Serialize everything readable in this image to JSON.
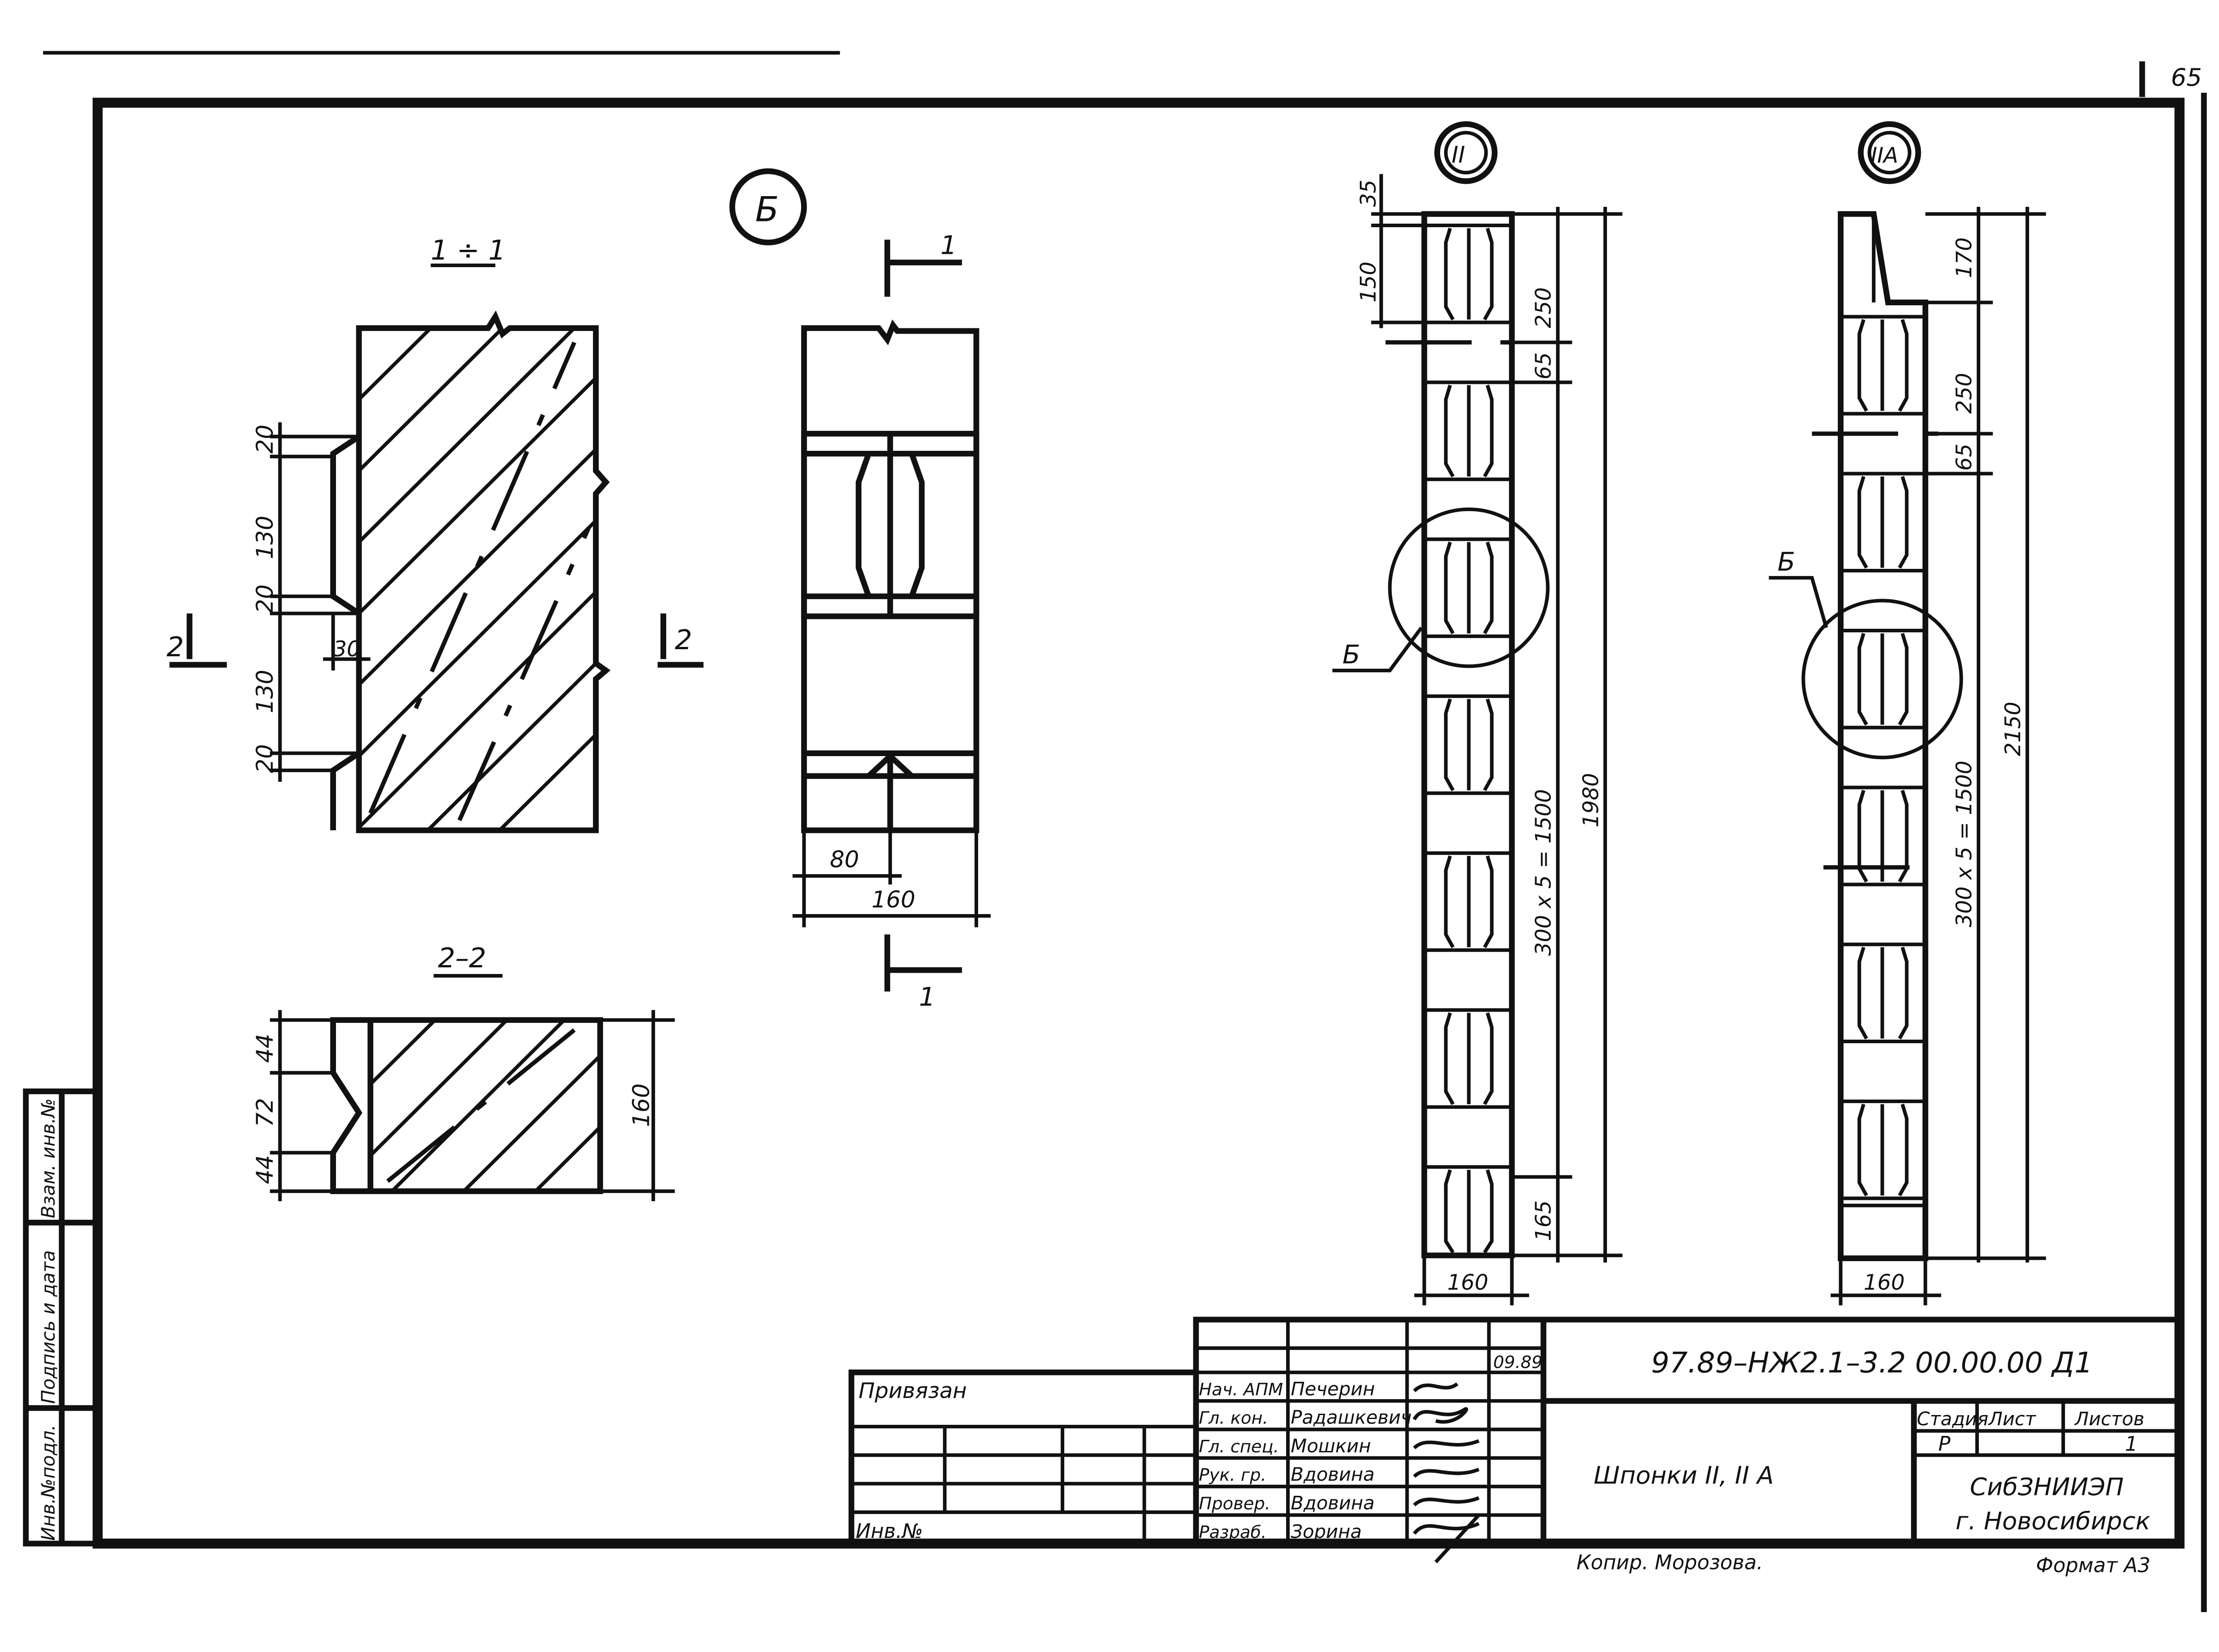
{
  "page_number": "65",
  "detail_mark": "Б",
  "sections": {
    "s11": "1 ÷ 1",
    "s22": "2–2",
    "cut_2": "2",
    "cut_1": "1"
  },
  "dims_s11": {
    "d20a": "20",
    "d130a": "130",
    "d20b": "20",
    "d130b": "130",
    "d20c": "20",
    "d30": "30"
  },
  "dims_s22": {
    "d44a": "44",
    "d72": "72",
    "d44b": "44",
    "d160": "160"
  },
  "dims_plan": {
    "d80": "80",
    "d160": "160"
  },
  "elem_II": {
    "mark": "II",
    "d35": "35",
    "d150": "150",
    "d250": "250",
    "d65": "65",
    "d300": "300 x 5 = 1500",
    "d1980": "1980",
    "d165": "165",
    "d160": "160",
    "callout": "Б"
  },
  "elem_IIA": {
    "mark": "IIA",
    "d170": "170",
    "d250": "250",
    "d65": "65",
    "d300": "300 x 5 = 1500",
    "d2150": "2150",
    "d160": "160",
    "callout": "Б"
  },
  "title_block": {
    "doc_code": "97.89–НЖ2.1–3.2 00.00.00 Д1",
    "date": "09.89",
    "attached_label": "Привязан",
    "inv_label": "Инв.№",
    "roles": [
      "Нач. АПМ",
      "Гл. кон.",
      "Гл. спец.",
      "Рук. гр.",
      "Провер.",
      "Разраб."
    ],
    "names": [
      "Печерин",
      "Радашкевич",
      "Мошкин",
      "Вдовина",
      "Вдовина",
      "Зорина"
    ],
    "sheet_title": "Шпонки II, II А",
    "stage_label": "Стадия",
    "sheet_label": "Лист",
    "sheets_label": "Листов",
    "stage_value": "Р",
    "sheets_value": "1",
    "org": "СибЗНИИЭП",
    "city": "г. Новосибирск",
    "copied": "Копир. Морозова.",
    "format": "Формат А3"
  },
  "left_strip": {
    "inv_orig": "Инв.№подл.",
    "sign_date": "Подпись и дата",
    "inv_replace": "Взам. инв.№"
  }
}
